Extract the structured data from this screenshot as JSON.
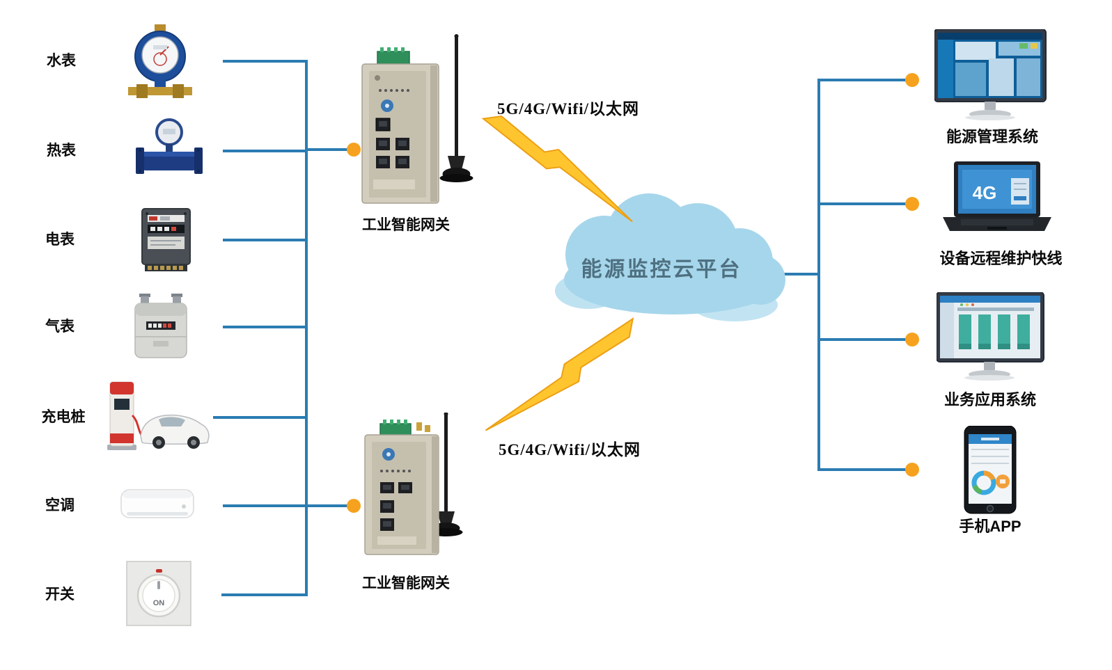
{
  "diagram": {
    "cloud": {
      "label": "能源监控云平台"
    },
    "links": {
      "top_label": "5G/4G/Wifi/以太网",
      "bottom_label": "5G/4G/Wifi/以太网"
    },
    "gateways": {
      "top_label": "工业智能网关",
      "bottom_label": "工业智能网关"
    },
    "devices": [
      {
        "id": "water-meter",
        "label": "水表"
      },
      {
        "id": "heat-meter",
        "label": "热表"
      },
      {
        "id": "electric-meter",
        "label": "电表"
      },
      {
        "id": "gas-meter",
        "label": "气表"
      },
      {
        "id": "charging-pile",
        "label": "充电桩"
      },
      {
        "id": "air-conditioner",
        "label": "空调"
      },
      {
        "id": "switch",
        "label": "开关"
      }
    ],
    "switch_knob_text": "ON",
    "laptop_screen_text": "4G",
    "endpoints": [
      {
        "id": "energy-management-system",
        "label": "能源管理系统"
      },
      {
        "id": "remote-maintenance-line",
        "label": "设备远程维护快线"
      },
      {
        "id": "business-application-system",
        "label": "业务应用系统"
      },
      {
        "id": "mobile-app",
        "label": "手机APP"
      }
    ],
    "colors": {
      "connector_blue": "#2b7cb2",
      "junction_orange": "#f6a21e",
      "cloud_fill": "#a6d6eb",
      "bolt_yellow": "#ffc52f",
      "cloud_text": "#4e7080"
    }
  }
}
